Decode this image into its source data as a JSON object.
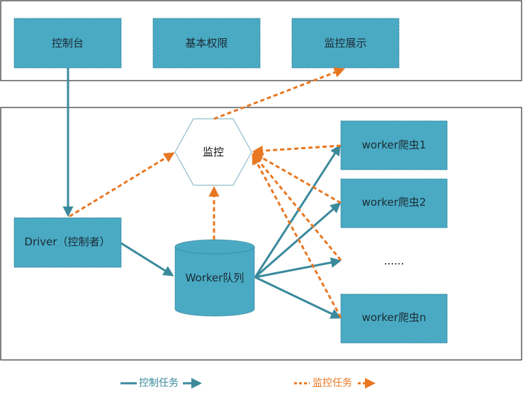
{
  "colors": {
    "node_fill": "#4aaac4",
    "node_border": "#2f7f93",
    "control_arrow": "#3a8a9c",
    "monitor_arrow": "#e87722",
    "hexagon_stroke": "#8fbccc",
    "container_stroke": "#333333"
  },
  "top_group": {
    "nodes": [
      {
        "id": "console",
        "label": "控制台"
      },
      {
        "id": "permissions",
        "label": "基本权限"
      },
      {
        "id": "monitor_display",
        "label": "监控展示"
      }
    ]
  },
  "main_group": {
    "monitor": {
      "label": "监控"
    },
    "driver": {
      "label": "Driver（控制者）"
    },
    "queue": {
      "label": "Worker队列"
    },
    "workers": [
      {
        "label": "worker爬虫1"
      },
      {
        "label": "worker爬虫2"
      },
      {
        "label": "......"
      },
      {
        "label": "worker爬虫n"
      }
    ]
  },
  "legend": {
    "control": {
      "label": "控制任务"
    },
    "monitor": {
      "label": "监控任务"
    }
  }
}
